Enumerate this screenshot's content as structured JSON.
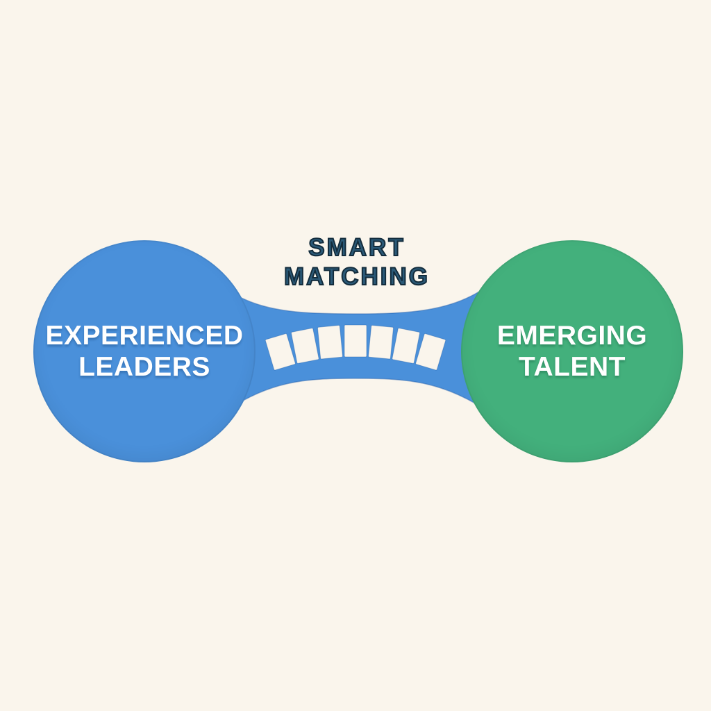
{
  "background_color": "#faf5ec",
  "heading": {
    "line1": "SMART",
    "line2": "MATCHING",
    "text_color": "#2b5a78",
    "outline_color": "#132c3c"
  },
  "left_node": {
    "line1": "EXPERIENCED",
    "line2": "LEADERS",
    "fill": "#4a90da",
    "text_color": "#ffffff"
  },
  "right_node": {
    "line1": "EMERGING",
    "line2": "TALENT",
    "fill": "#43b07c",
    "text_color": "#ffffff"
  },
  "bridge": {
    "fill": "#4a90da",
    "edge_color": "#2e6fbe",
    "opening_fill": "#faf5ec",
    "opening_count": 7
  }
}
